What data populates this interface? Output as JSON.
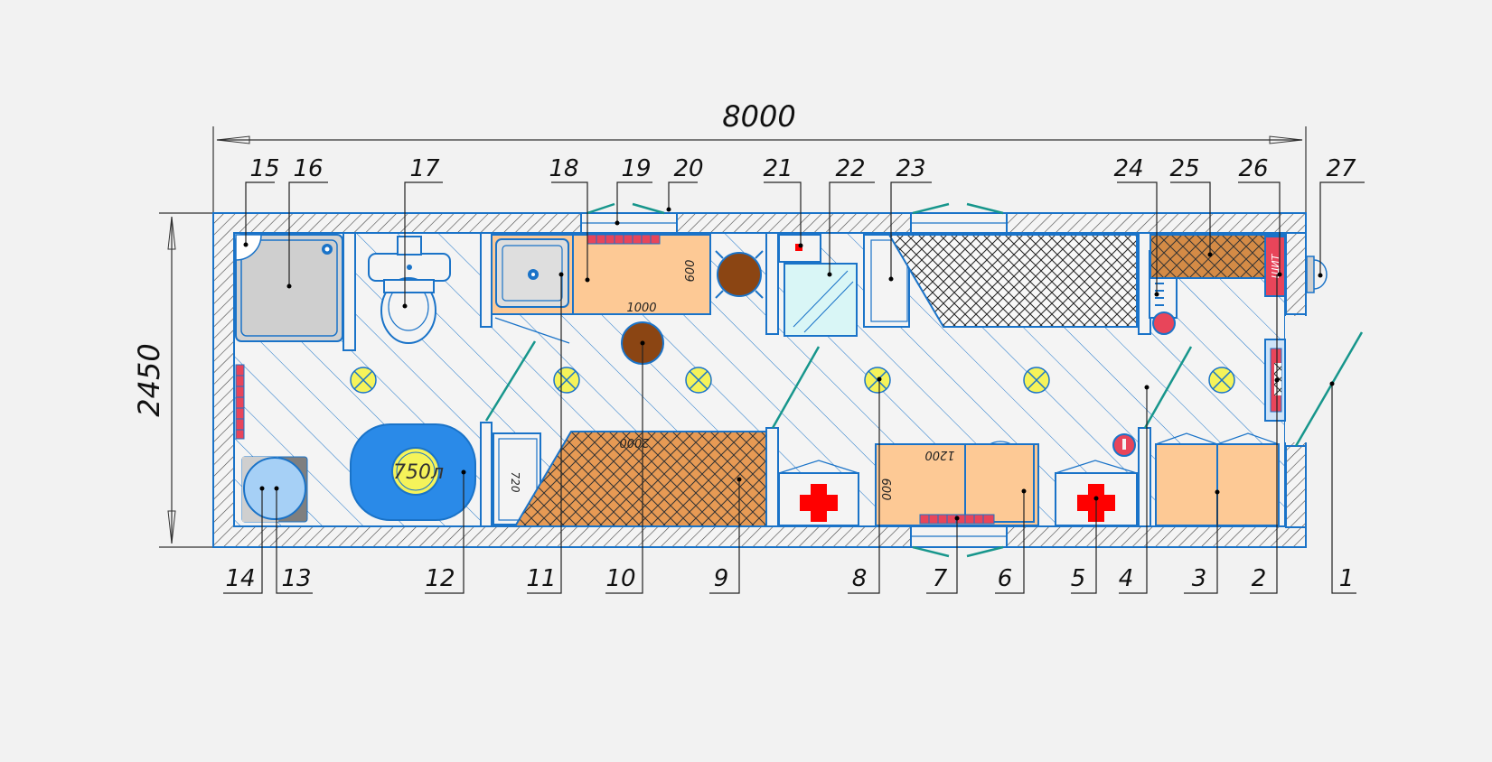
{
  "dimensions": {
    "width": "8000",
    "height": "2450"
  },
  "callouts": [
    "1",
    "2",
    "3",
    "4",
    "5",
    "6",
    "7",
    "8",
    "9",
    "10",
    "11",
    "12",
    "13",
    "14",
    "15",
    "16",
    "17",
    "18",
    "19",
    "20",
    "21",
    "22",
    "23",
    "24",
    "25",
    "26",
    "27"
  ],
  "furniture_labels": {
    "tank_volume": "750л",
    "table_top_length": "1000",
    "table_top_depth": "600",
    "bench_length": "2000",
    "bench_depth": "720",
    "desk_length": "1200",
    "desk_depth": "600",
    "panel_label": "ЩИТ"
  },
  "colors": {
    "wall_line": "#1a73c8",
    "furniture": "#fdc995",
    "tank": "#2a8ae8",
    "heater": "#8b4513",
    "lamp": "#f5f35a",
    "first_aid": "#ff0000",
    "radiator": "#e8455a",
    "door_swing": "#17968c"
  }
}
